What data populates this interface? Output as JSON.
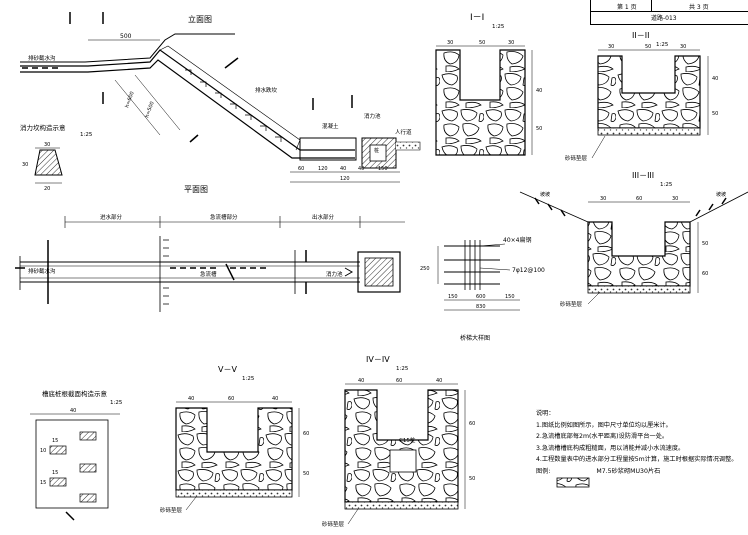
{
  "title_block": {
    "page_current": "第 1 页",
    "page_total": "共 3 页",
    "sheet_code": "道路-013"
  },
  "elevation": {
    "title": "立面图",
    "dim_top": "500",
    "label_drain": "排砂截水沟",
    "label_chute": "排水跌坎",
    "label_concrete": "混凝土",
    "label_basin": "消力池",
    "label_stair": "人行道",
    "label_pile": "桩",
    "slope_a": "h=600",
    "slope_b": "h=500",
    "dims_bottom": [
      "60",
      "120",
      "40",
      "40",
      "150"
    ],
    "dim_bottom_total": "120"
  },
  "force_block": {
    "title": "消力坎构造示意",
    "scale": "1:25",
    "dims": [
      "30",
      "30",
      "20"
    ]
  },
  "plan": {
    "title": "平面图",
    "seg_1": "进水部分",
    "seg_2": "急流槽部分",
    "seg_3": "出水部分",
    "label_drain": "排砂截水沟",
    "label_chute": "急流槽",
    "label_basin": "消力池"
  },
  "sec1": {
    "title": "I－I",
    "scale": "1:25",
    "dims_top": [
      "30",
      "50",
      "30"
    ],
    "dims_side": [
      "40",
      "50"
    ]
  },
  "sec2": {
    "title": "II－II",
    "scale": "1:25",
    "dims_top": [
      "30",
      "50",
      "30"
    ],
    "dims_side": [
      "40",
      "50"
    ],
    "label": "砂砾垫层"
  },
  "sec3": {
    "title": "III－III",
    "scale": "1:25",
    "dims_top": [
      "30",
      "60",
      "30"
    ],
    "dims_side": [
      "50",
      "60"
    ],
    "label": "砂砾垫层",
    "label_left": "坡坡",
    "label_right": "坡坡"
  },
  "stair": {
    "title": "桥梯大样图",
    "rebar_a": "40×4扁钢",
    "rebar_b": "7φ12@100",
    "dim_side": "250",
    "dims_bottom": [
      "150",
      "600",
      "150"
    ],
    "dim_total": "830"
  },
  "sec4": {
    "title": "槽底桩根截面构造示意",
    "scale": "1:25",
    "dims": [
      "40",
      "15",
      "10",
      "15",
      "15"
    ]
  },
  "sec5": {
    "title": "V－V",
    "scale": "1:25",
    "dims_top": [
      "40",
      "60",
      "40"
    ],
    "dims_side": [
      "60",
      "50"
    ],
    "label": "砂砾垫层"
  },
  "sec6": {
    "title": "IV－IV",
    "scale": "1:25",
    "dims_top": [
      "40",
      "60",
      "40"
    ],
    "dims_side": [
      "60",
      "50"
    ],
    "label": "砂砾垫层",
    "inner_label": "C15桩"
  },
  "notes": {
    "heading": "说明：",
    "items": [
      "1.图纸比例如图所示，图中尺寸单位均以厘米计。",
      "2.急流槽底部每2m(水平距离)设防滑平台一处。",
      "3.急流槽槽底构成粗糙面，用以消能并减小水流速度。",
      "4.工程数量表中的进水部分工程量按5m计算，施工时根据实际情况调整。"
    ],
    "legend_label": "图例:",
    "legend_text": "M7.5砂浆砌MU30片石"
  }
}
